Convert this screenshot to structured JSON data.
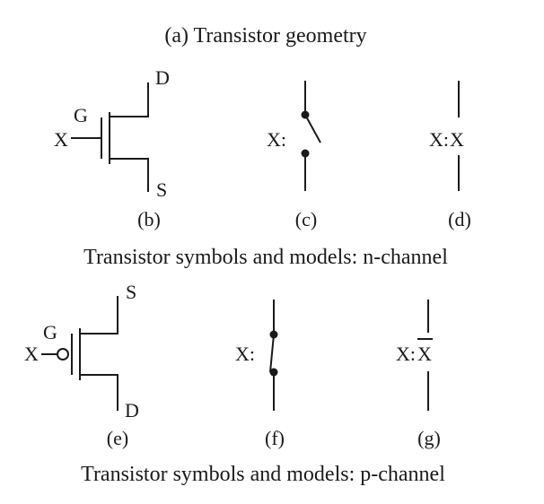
{
  "title": "(a) Transistor geometry",
  "nchannel": {
    "caption": "Transistor symbols and models: n-channel",
    "symbol": {
      "label": "(b)",
      "drain": "D",
      "gate": "G",
      "input": "X",
      "source": "S"
    },
    "switch_model": {
      "label": "(c)",
      "control": "X:"
    },
    "wire_model": {
      "label": "(d)",
      "prefix": "X:",
      "value": "X"
    }
  },
  "pchannel": {
    "caption": "Transistor symbols and models: p-channel",
    "symbol": {
      "label": "(e)",
      "source": "S",
      "gate": "G",
      "input": "X",
      "drain": "D"
    },
    "switch_model": {
      "label": "(f)",
      "control": "X:"
    },
    "wire_model": {
      "label": "(g)",
      "prefix": "X:",
      "value": "X"
    }
  }
}
